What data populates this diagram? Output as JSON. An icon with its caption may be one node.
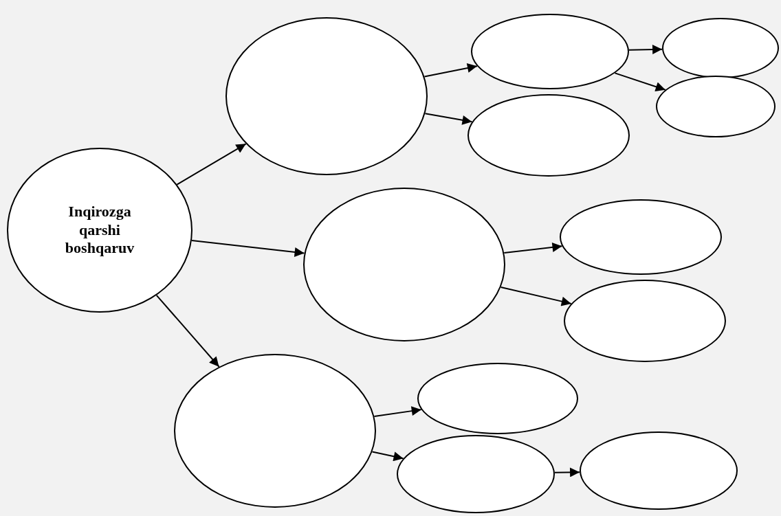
{
  "diagram": {
    "nodes": [
      {
        "text": [
          "Inqirozga qarshi boshqaruv"
        ]
      },
      {
        "text": [],
        "shape": "ellipse"
      },
      {
        "text": [],
        "shape": "ellipse"
      },
      {
        "text": [],
        "shape": "ellipse"
      },
      {
        "text": [],
        "shape": "ellipse"
      },
      {
        "text": [],
        "shape": "ellipse"
      },
      {
        "text": [],
        "shape": "ellipse"
      },
      {
        "text": [],
        "shape": "ellipse"
      },
      {
        "text": [],
        "shape": "ellipse"
      },
      {
        "text": [],
        "shape": "ellipse"
      },
      {
        "text": [],
        "shape": "ellipse"
      },
      {
        "text": [],
        "shape": "ellipse"
      },
      {
        "text": [],
        "shape": "ellipse"
      }
    ],
    "edges": [
      {
        "from": 0,
        "to": 1,
        "arrow": "to"
      },
      {
        "from": 1,
        "to": 2,
        "arrow": "to"
      },
      {
        "from": 1,
        "to": 3,
        "arrow": "to"
      },
      {
        "from": 2,
        "to": 4,
        "arrow": "to"
      },
      {
        "from": 2,
        "to": 5,
        "arrow": "to"
      },
      {
        "from": 0,
        "to": 6,
        "arrow": "to"
      },
      {
        "from": 6,
        "to": 7,
        "arrow": "to"
      },
      {
        "from": 6,
        "to": 8,
        "arrow": "to"
      },
      {
        "from": 0,
        "to": 9,
        "arrow": "to"
      },
      {
        "from": 9,
        "to": 10,
        "arrow": "to"
      },
      {
        "from": 9,
        "to": 11,
        "arrow": "to"
      },
      {
        "from": 11,
        "to": 12,
        "arrow": "to"
      }
    ]
  }
}
